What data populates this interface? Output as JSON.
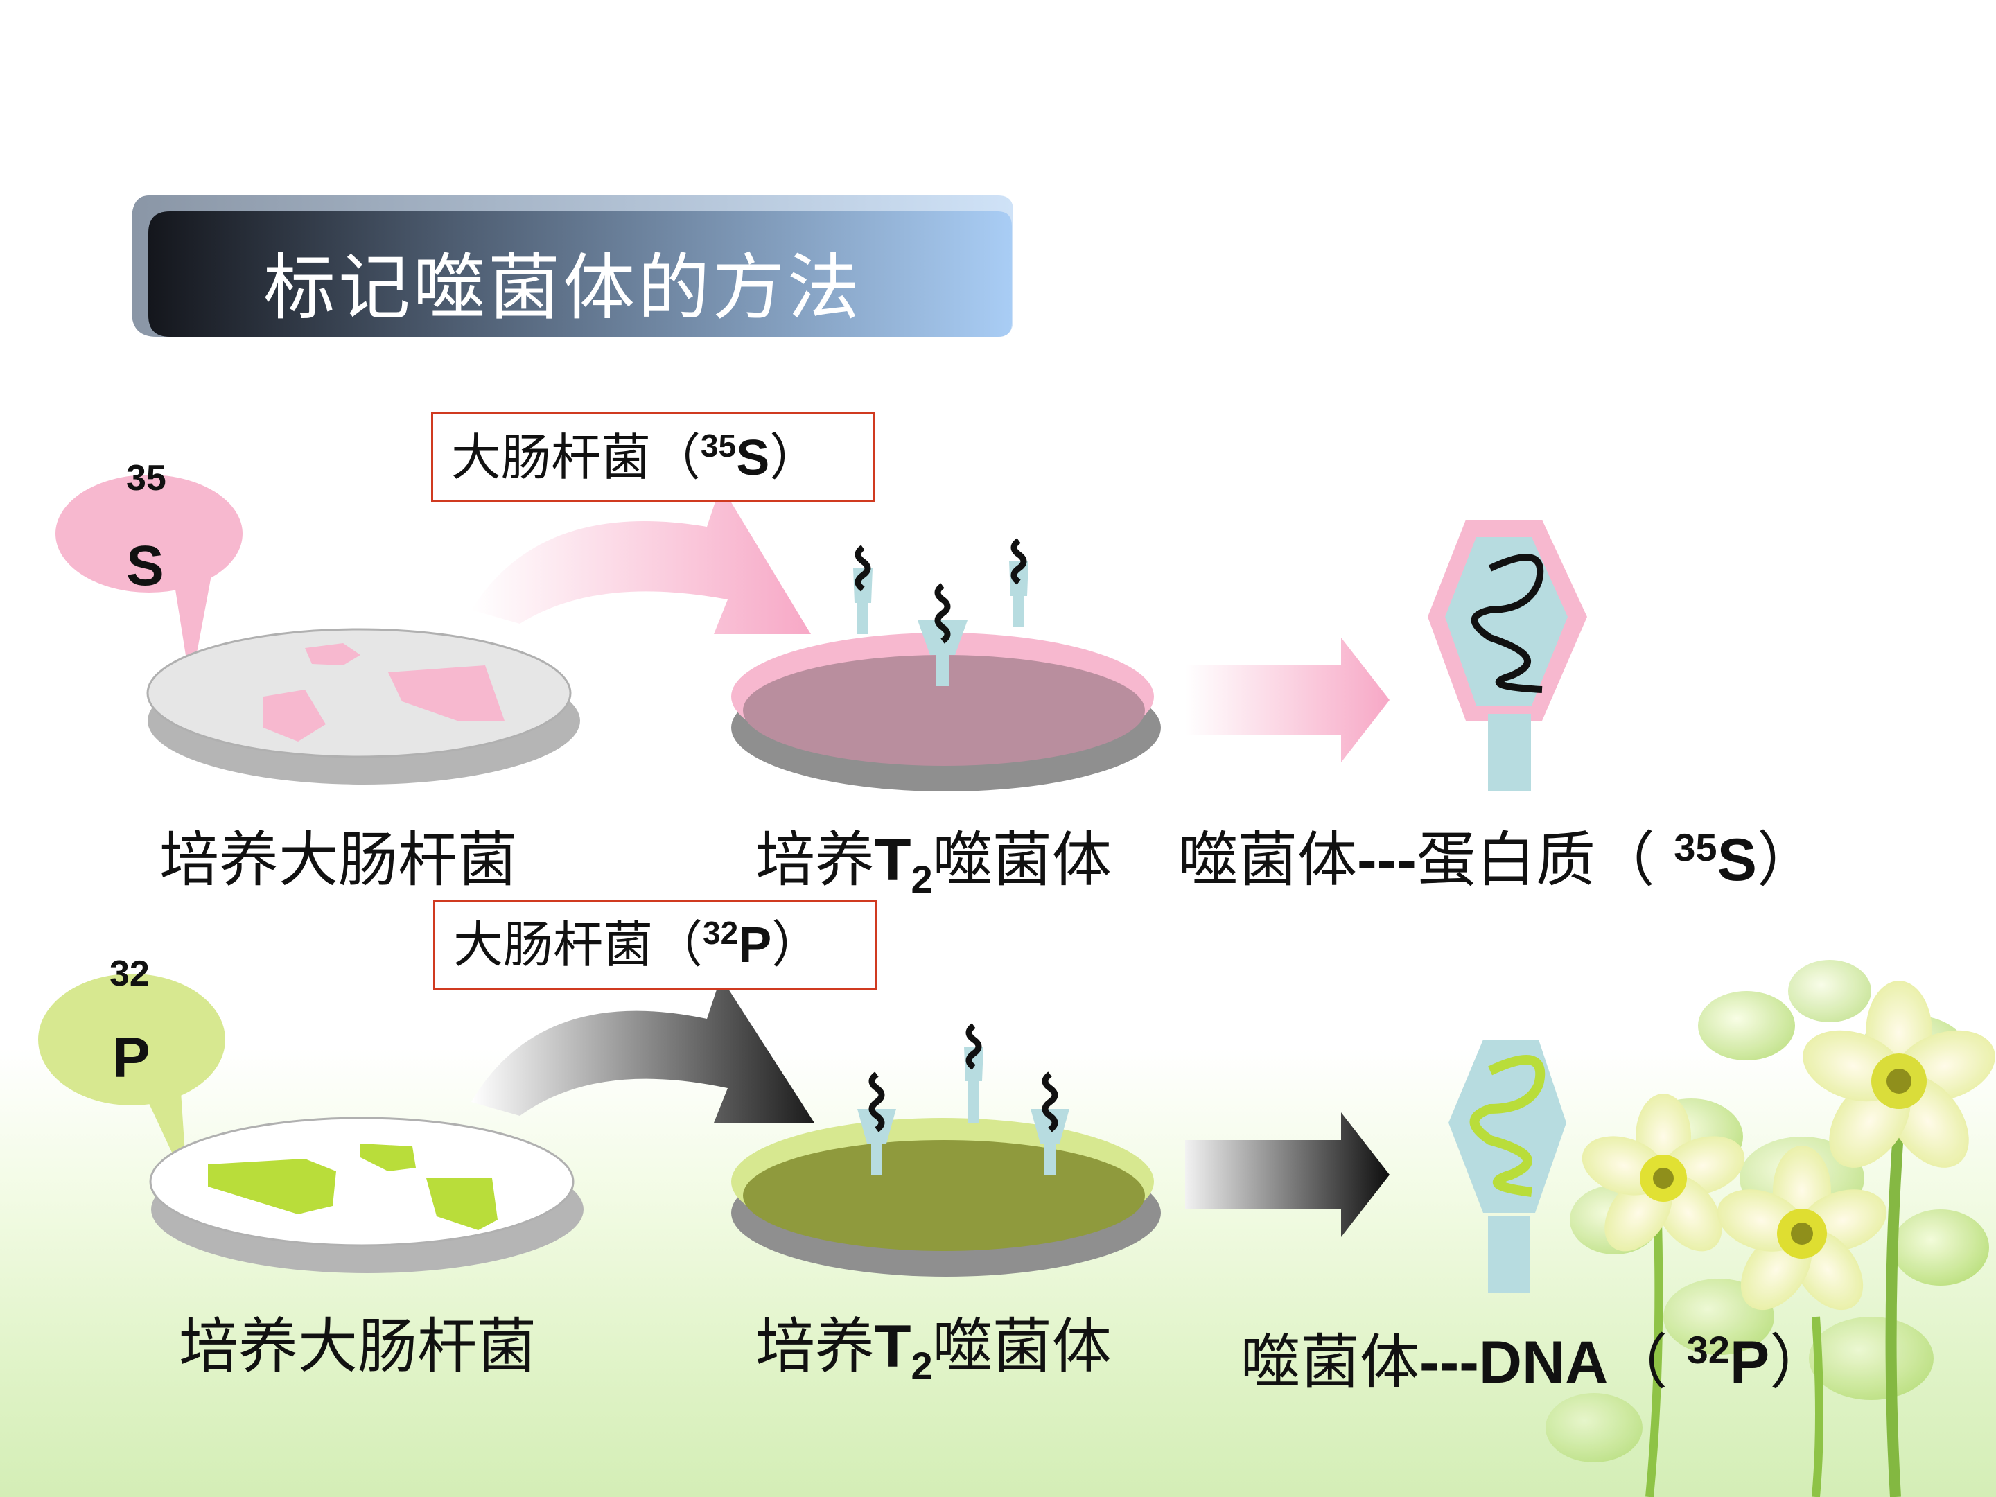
{
  "title": "标记噬菌体的方法",
  "row1": {
    "isotope_mass": "35",
    "isotope_symbol": "S",
    "box_text_pre": "大肠杆菌（",
    "box_sup": "35",
    "box_sym": "S",
    "box_text_post": "）",
    "label_left": "培养大肠杆菌",
    "label_mid_pre": "培养",
    "label_mid_T": "T",
    "label_mid_sub": "2",
    "label_mid_post": "噬菌体",
    "label_right_pre": "噬菌体",
    "label_right_dash": "---",
    "label_right_mid": "蛋白质（ ",
    "label_right_sup": "35",
    "label_right_sym": "S",
    "label_right_post": "）"
  },
  "row2": {
    "isotope_mass": "32",
    "isotope_symbol": "P",
    "box_text_pre": "大肠杆菌（",
    "box_sup": "32",
    "box_sym": "P",
    "box_text_post": "）",
    "label_left": "培养大肠杆菌",
    "label_mid_pre": "培养",
    "label_mid_T": "T",
    "label_mid_sub": "2",
    "label_mid_post": "噬菌体",
    "label_right_pre": "噬菌体",
    "label_right_dash": "---DNA",
    "label_right_mid": "（ ",
    "label_right_sup": "32",
    "label_right_sym": "P",
    "label_right_post": "）"
  },
  "colors": {
    "pink": "#f7b8cf",
    "pink_dish": "#b98e9e",
    "green": "#b9dd3a",
    "green_dish": "#8f9a3d",
    "phage_blue": "#b7dce0",
    "title_bar_dark": "#1a1d24",
    "title_bar_light": "#a9cdf5",
    "box_border": "#d03a20"
  }
}
